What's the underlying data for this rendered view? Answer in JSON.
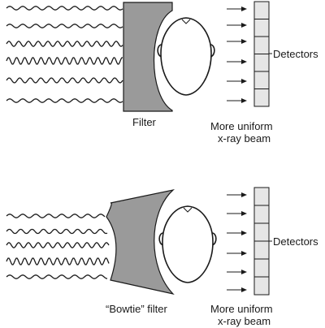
{
  "panels": [
    {
      "filter_label": "Filter",
      "beam_label_line1": "More uniform",
      "beam_label_line2": "x-ray beam",
      "detectors_label": "Detectors"
    },
    {
      "filter_label": "“Bowtie” filter",
      "beam_label_line1": "More uniform",
      "beam_label_line2": "x-ray beam",
      "detectors_label": "Detectors"
    }
  ],
  "colors": {
    "filter_fill": "#9a9a9a",
    "detector_fill": "#e6e6e6",
    "ink": "#1a1a1a"
  }
}
